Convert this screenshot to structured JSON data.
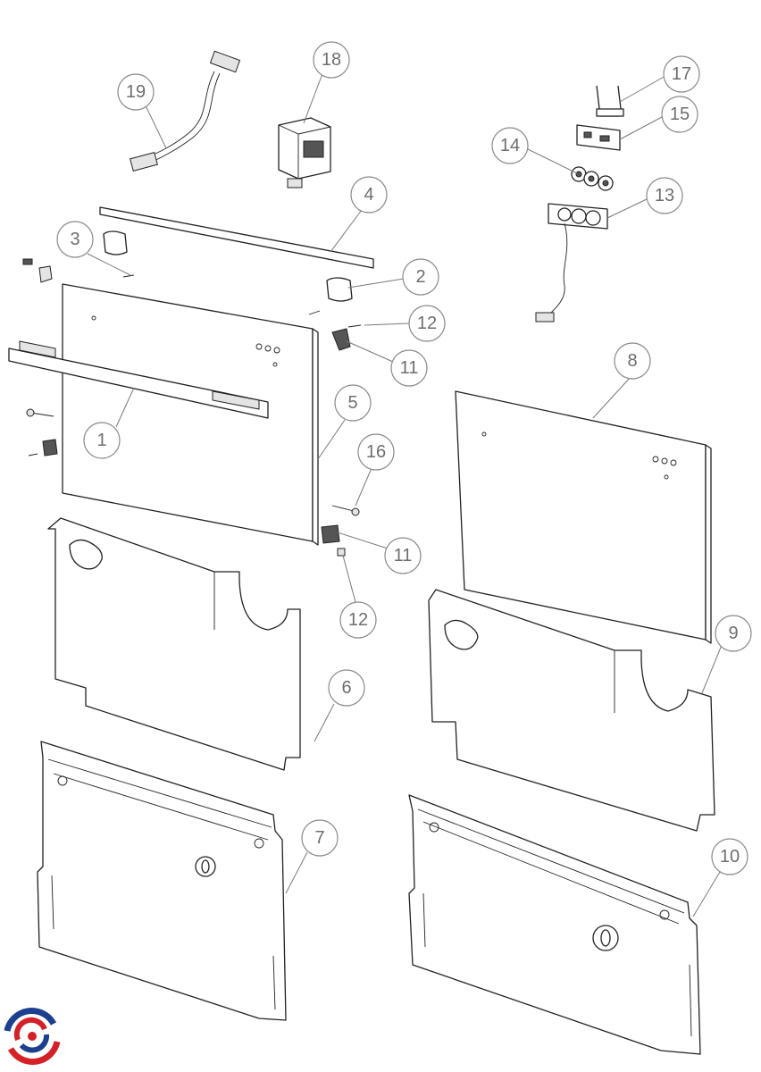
{
  "colors": {
    "line": "#222222",
    "callout_stroke": "#8a8a8a",
    "callout_text": "#6e6e6e",
    "logo_red": "#d42027",
    "logo_blue": "#1d3f8f"
  },
  "callouts": [
    {
      "id": "1",
      "label": "1"
    },
    {
      "id": "2",
      "label": "2"
    },
    {
      "id": "3",
      "label": "3"
    },
    {
      "id": "4",
      "label": "4"
    },
    {
      "id": "5",
      "label": "5"
    },
    {
      "id": "6",
      "label": "6"
    },
    {
      "id": "7",
      "label": "7"
    },
    {
      "id": "8",
      "label": "8"
    },
    {
      "id": "9",
      "label": "9"
    },
    {
      "id": "10",
      "label": "10"
    },
    {
      "id": "11a",
      "label": "11"
    },
    {
      "id": "11b",
      "label": "11"
    },
    {
      "id": "12a",
      "label": "12"
    },
    {
      "id": "12b",
      "label": "12"
    },
    {
      "id": "13",
      "label": "13"
    },
    {
      "id": "14",
      "label": "14"
    },
    {
      "id": "15",
      "label": "15"
    },
    {
      "id": "16",
      "label": "16"
    },
    {
      "id": "17",
      "label": "17"
    },
    {
      "id": "18",
      "label": "18"
    },
    {
      "id": "19",
      "label": "19"
    }
  ],
  "logo": {
    "icon": "brand-logo-icon"
  }
}
